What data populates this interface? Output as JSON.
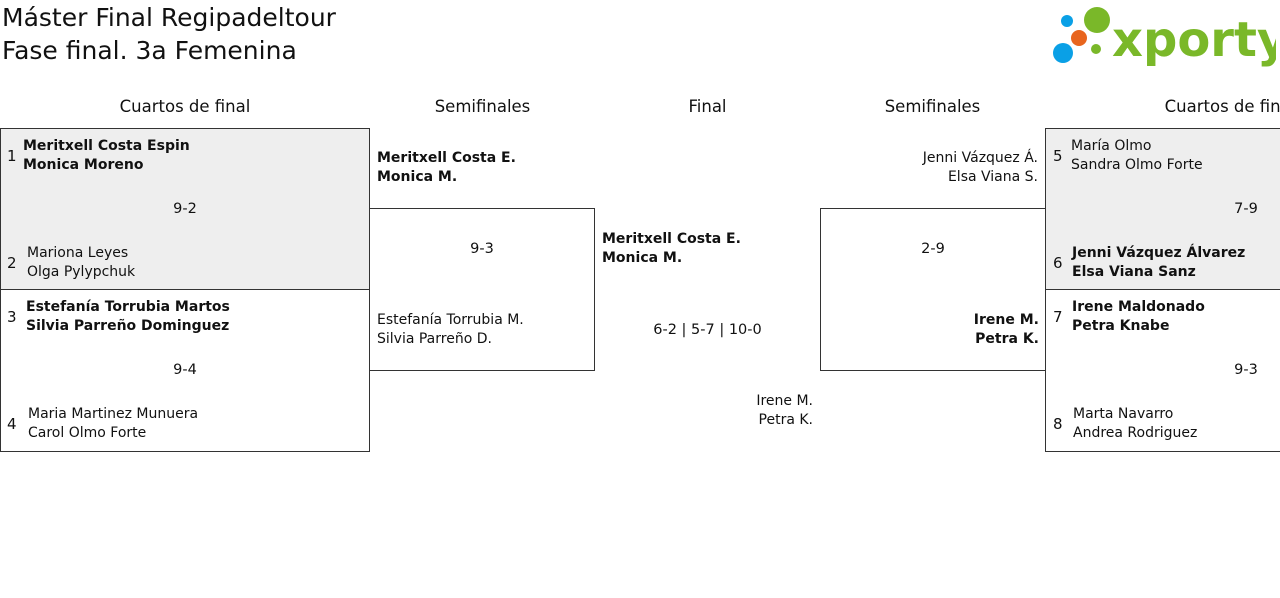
{
  "header": {
    "title": "Máster Final Regipadeltour",
    "subtitle": "Fase final. 3a Femenina",
    "logo_text": "xporty",
    "logo_colors": [
      "#0aa0e6",
      "#e8651e",
      "#7ab829"
    ]
  },
  "rounds": {
    "left_quarters": "Cuartos de final",
    "left_semis": "Semifinales",
    "final": "Final",
    "right_semis": "Semifinales",
    "right_quarters": "Cuartos de final"
  },
  "left_quarters": [
    {
      "top": {
        "seed": "1",
        "p1": "Meritxell Costa Espin",
        "p2": "Monica Moreno"
      },
      "bottom": {
        "seed": "2",
        "p1": "Mariona Leyes",
        "p2": "Olga Pylypchuk"
      },
      "score": "9-2"
    },
    {
      "top": {
        "seed": "3",
        "p1": "Estefanía Torrubia Martos",
        "p2": "Silvia Parreño Dominguez"
      },
      "bottom": {
        "seed": "4",
        "p1": "Maria Martinez Munuera",
        "p2": "Carol Olmo Forte"
      },
      "score": "9-4"
    }
  ],
  "left_semi": {
    "top": {
      "p1": "Meritxell Costa E.",
      "p2": "Monica M."
    },
    "bottom": {
      "p1": "Estefanía Torrubia M.",
      "p2": "Silvia Parreño D."
    },
    "score": "9-3"
  },
  "final": {
    "top": {
      "p1": "Meritxell Costa E.",
      "p2": "Monica M."
    },
    "bottom": {
      "p1": "Irene M.",
      "p2": "Petra K."
    },
    "score": "6-2 | 5-7 | 10-0"
  },
  "right_semi": {
    "top": {
      "p1": "Jenni Vázquez Á.",
      "p2": "Elsa Viana S."
    },
    "bottom": {
      "p1": "Irene M.",
      "p2": "Petra K."
    },
    "score": "2-9"
  },
  "right_quarters": [
    {
      "top": {
        "seed": "5",
        "p1": "María Olmo",
        "p2": "Sandra Olmo Forte"
      },
      "bottom": {
        "seed": "6",
        "p1": "Jenni Vázquez Álvarez",
        "p2": "Elsa Viana Sanz"
      },
      "score": "7-9"
    },
    {
      "top": {
        "seed": "7",
        "p1": "Irene Maldonado",
        "p2": "Petra Knabe"
      },
      "bottom": {
        "seed": "8",
        "p1": "Marta Navarro",
        "p2": "Andrea Rodriguez"
      },
      "score": "9-3"
    }
  ]
}
